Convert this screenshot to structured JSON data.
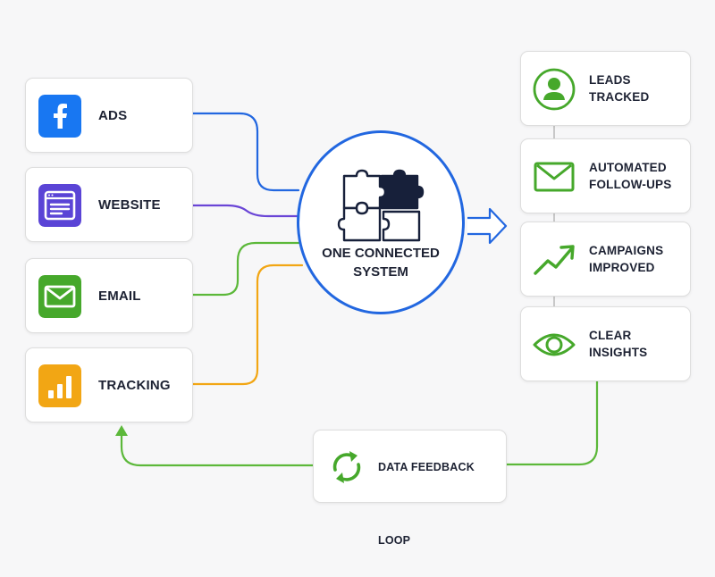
{
  "sources": [
    {
      "label": "ADS",
      "icon": "facebook-icon",
      "color": "#1877f2"
    },
    {
      "label": "WEBSITE",
      "icon": "browser-window-icon",
      "color": "#5a44d6"
    },
    {
      "label": "EMAIL",
      "icon": "envelope-icon",
      "color": "#46a82b"
    },
    {
      "label": "TRACKING",
      "icon": "bar-chart-icon",
      "color": "#f2a614"
    }
  ],
  "hub": {
    "label": "ONE CONNECTED\nSYSTEM",
    "icon": "puzzle-pieces-icon"
  },
  "outcomes": [
    {
      "label": "LEADS TRACKED",
      "icon": "user-circle-icon"
    },
    {
      "label": "AUTOMATED\nFOLLOW-UPS",
      "icon": "envelope-outline-icon"
    },
    {
      "label": "CAMPAIGNS\nIMPROVED",
      "icon": "trend-up-icon"
    },
    {
      "label": "CLEAR INSIGHTS",
      "icon": "eye-icon"
    }
  ],
  "feedback": {
    "label": "DATA FEEDBACK LOOP",
    "icon": "refresh-cycle-icon"
  },
  "colors": {
    "blue": "#2267e0",
    "purple": "#5a44d6",
    "green": "#5cb83a",
    "orange": "#f2a614",
    "navy": "#17203a",
    "connector_gray": "#bdbdbd"
  }
}
